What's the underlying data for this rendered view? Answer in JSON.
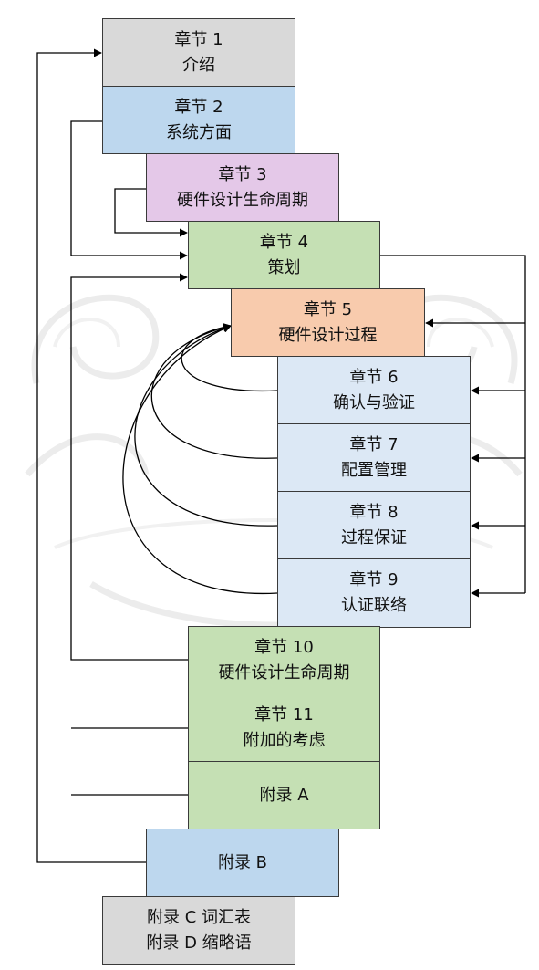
{
  "chapters": [
    {
      "label": "章节 1",
      "title": "介绍"
    },
    {
      "label": "章节 2",
      "title": "系统方面"
    },
    {
      "label": "章节 3",
      "title": "硬件设计生命周期"
    },
    {
      "label": "章节 4",
      "title": "策划"
    },
    {
      "label": "章节 5",
      "title": "硬件设计过程"
    },
    {
      "label": "章节 6",
      "title": "确认与验证"
    },
    {
      "label": "章节 7",
      "title": "配置管理"
    },
    {
      "label": "章节 8",
      "title": "过程保证"
    },
    {
      "label": "章节 9",
      "title": "认证联络"
    },
    {
      "label": "章节 10",
      "title": "硬件设计生命周期"
    },
    {
      "label": "章节 11",
      "title": "附加的考虑"
    }
  ],
  "appendices": {
    "a": "附录 A",
    "b": "附录 B",
    "c": "附录 C 词汇表",
    "d": "附录 D 缩略语"
  },
  "colors": {
    "gray": "#d9d9d9",
    "blue": "#bdd7ee",
    "purple": "#e4c8e8",
    "green": "#c5e0b4",
    "orange": "#f8cbad",
    "light_blue": "#dce8f5",
    "border": "#3a3a3a",
    "line": "#000000"
  }
}
